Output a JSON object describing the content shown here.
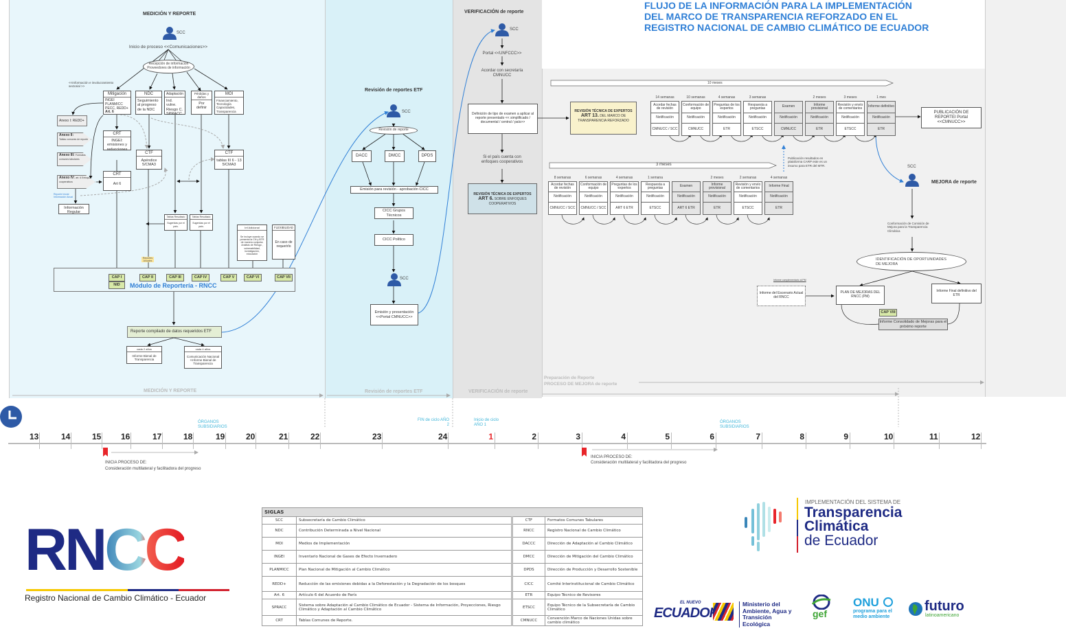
{
  "title": {
    "line1": "FLUJO DE LA INFORMACIÓN PARA LA IMPLEMENTACIÓN",
    "line2": "DEL  MARCO DE TRANSPARENCIA REFORZADO EN EL",
    "line3": "REGISTRO NACIONAL DE CAMBIO CLIMÁTICO DE ECUADOR",
    "color": "#2f7fd6"
  },
  "medicion": {
    "title": "MEDICIÓN Y REPORTE",
    "scc": "SCC",
    "inicio": "Inicio de proceso <<Comunicaciones>>",
    "recepcion": "Recepción de información Proveedores de información",
    "sectorial": "<<Información e involucramiento sectorial >>",
    "mitigacion": {
      "hd": "Mitigación",
      "bd": "INGEI PLANMICC PECC, REDD+",
      "bold": "Art. 6"
    },
    "ndc": {
      "hd": "NDC",
      "bd": "Seguimiento al progreso de la NDC"
    },
    "adaptacion": {
      "hd": "Adaptación",
      "bd": "Ind. vulne. Riesgo C. SPRACC"
    },
    "perdidas": {
      "hd": "Pérdidas y daños",
      "bd": "Por definir"
    },
    "moi": {
      "hd": "MOI",
      "bd": "Financiamiento, Tecnología Capacidades, Transparencia"
    },
    "anexo1": "Anexo I: REDD+",
    "anexo2": {
      "b": "Anexo II:",
      "t": "Tablas comunes de reporte"
    },
    "anexo3": {
      "b": "Anexo III:",
      "t": "Formatos comunes tabulares"
    },
    "anexo4": {
      "b": "Anexo IV:",
      "t": "art. 6 Enfoques cooperativos"
    },
    "crt1": {
      "hd": "CRT",
      "bd": "INGEI: emisiones y reducciones"
    },
    "crt2": {
      "hd": "CRT",
      "bd": "Art 6"
    },
    "ctf1": {
      "hd": "CTF",
      "bd": "Apéndice 5/CMA3"
    },
    "ctf2": {
      "hd": "CTF",
      "bd": "tablas III 6 - 13 5/CMA3"
    },
    "reporte_inicial": "Reporte Inicial Información Anual",
    "info_regular": "Información Regular",
    "tablas1": {
      "hd": "Tablas Resultado",
      "bd": "Sugeridas por el país."
    },
    "tablas2": {
      "hd": "Tablas Resultado",
      "bd": "Sugeridas por el país."
    },
    "inf_adicional": {
      "hd": "Inf Adicional",
      "bd": "Se incluye cuando se presenta la CN y BTR de manera conjunta: Análisis de Riesgo , vulnerabilidad, investigación, educación"
    },
    "flexibilidad": {
      "hd": "FLEXIBILIDAD",
      "bd": "En caso de requerirlo"
    },
    "reportes_anuales": "Reportes Anuales",
    "caps": [
      "CAP I",
      "CAP II",
      "CAP III",
      "CAP IV",
      "CAP V",
      "CAP VI",
      "CAP VII"
    ],
    "nid": "NID",
    "modulo": "Módulo de Reportería - RNCC",
    "compilado": "Reporte compilado de datos requeridos ETF",
    "bienal": {
      "hd": "cada 2 años",
      "bd": "Informe Bienal de Transparencia"
    },
    "nacional": {
      "hd": "cada 4 años",
      "bd": "Comunicación Nacional +Informe Bienal de Transparencia"
    },
    "footer": "MEDICIÓN Y REPORTE"
  },
  "revision": {
    "title": "Revisión de reportes ETF",
    "scc": "SCC",
    "revision_reporte": "Revisión de reporte",
    "dirs": [
      "DACC",
      "DMCC",
      "DPDS"
    ],
    "emision": "Emisión para revisión - aprobación CICC",
    "grupos": "CICC Grupos Técnicos",
    "politico": "CICC Político",
    "scc2": "SCC",
    "presentacion": "Emisión y presentación <<Portal CMNUCC>>",
    "footer": "Revisión de reportes ETF"
  },
  "verificacion": {
    "title": "VERIFICACIÓN de reporte",
    "scc": "SCC",
    "portal": "Portal <<UNFCCC>>",
    "acordar": "Acordar con secretaría CMNUCC",
    "definicion": "Definición de tipo de examen a aplicar al reporte presentado << simplificado / documental / central / país>>",
    "cooperativos": "Si el país cuenta con enfoques cooperativos",
    "art6": {
      "t1": "REVISIÓN TÉCNICA DE EXPERTOS",
      "t2": "ART 6.",
      "t3": "SOBRE ENFOQUES COOPERATIVOS"
    },
    "footer": "VERIFICACIÓN de reporte"
  },
  "art13": {
    "t1": "REVISIÓN TÉCNICA DE EXPERTOS",
    "t2": "ART 13.",
    "t3": "DEL MARCO DE TRANSPARENCIA REFORZADO",
    "span": "10 meses",
    "steps": [
      {
        "dur": "14 semanas",
        "name": "Acordar fechas de revisión",
        "notif": "Notificación",
        "who": "CMNUCC / SCC",
        "grey": false
      },
      {
        "dur": "10 semanas",
        "name": "Conformación de equipo",
        "notif": "Notificación",
        "who": "CMNUCC",
        "grey": false
      },
      {
        "dur": "4 semanas",
        "name": "Preguntas de los expertos",
        "notif": "Notificación",
        "who": "ETR",
        "grey": false
      },
      {
        "dur": "3 semanas",
        "name": "Respuesta a preguntas",
        "notif": "Notificación",
        "who": "ETSCC",
        "grey": false
      },
      {
        "dur": "",
        "name": "Examen",
        "notif": "Notificación",
        "who": "CMNUCC",
        "grey": true
      },
      {
        "dur": "2 meses",
        "name": "Informe provisional",
        "notif": "Notificación",
        "who": "ETR",
        "grey": true
      },
      {
        "dur": "3 meses",
        "name": "Revisión y envío de comentarios",
        "notif": "Notificación",
        "who": "ETSCC",
        "grey": false
      },
      {
        "dur": "1 mes",
        "name": "Informe definitivo",
        "notif": "Notificación",
        "who": "ETR",
        "grey": true
      }
    ],
    "publicacion": "PUBLICACIÓN DE REPORTEI Portal <<CMNUCC>>"
  },
  "art6steps": {
    "span": "3 meses",
    "note": "Publicación resultados en plataforma CARP este es un insumo para ETR del MTR.",
    "steps": [
      {
        "dur": "8 semanas",
        "name": "Acordar fechas de revisión",
        "notif": "Notificación",
        "who": "CMNUCC / SCC",
        "grey": false
      },
      {
        "dur": "6 semanas",
        "name": "Conformación de equipo",
        "notif": "Notificación",
        "who": "CMNUCC / SCC",
        "grey": false
      },
      {
        "dur": "4 semanas",
        "name": "Preguntas de los expertos",
        "notif": "Notificación",
        "who": "ART 6 ETR",
        "grey": false
      },
      {
        "dur": "1 semana",
        "name": "Respuesta a preguntas",
        "notif": "Notificación",
        "who": "ETSCC",
        "grey": false
      },
      {
        "dur": "",
        "name": "Examen",
        "notif": "Notificación",
        "who": "ART 6 ETR",
        "grey": true
      },
      {
        "dur": "2 meses",
        "name": "Informe provisional",
        "notif": "Notificación",
        "who": "ETR",
        "grey": true
      },
      {
        "dur": "2 semanas",
        "name": "Revisión y envío de comentarios",
        "notif": "Notificación",
        "who": "ETSCC",
        "grey": false
      },
      {
        "dur": "4 semanas",
        "name": "Informe Final",
        "notif": "Notificación",
        "who": "ETR",
        "grey": true
      }
    ]
  },
  "mejora": {
    "scc": "SCC",
    "title": "MEJORA de reporte",
    "comision": "Conformación de Comisión de Mejora para la Transparencia Climática",
    "identificacion": "IDENTIFICACIÓN DE OPORTUNIDADES DE MEJORA",
    "complementario": "Informe complementario al PM",
    "escenario": "Informe del Escenario Actual del RNCC",
    "plan": "PLAN DE MEJORAS DEL RNCC (PM)",
    "final": "Informe Final definitivo del ETR",
    "cap": "CAP VIII",
    "consolidado": "Informe Consolidado de Mejoras para el próximo reporte",
    "prep1": "Preparación de Reporte",
    "prep2": "PROCESO DE MEJORA de reporte"
  },
  "timeline": {
    "ticks_year2": [
      "13",
      "14",
      "15",
      "16",
      "17",
      "18",
      "19",
      "20",
      "21",
      "22",
      "23",
      "24"
    ],
    "ticks_year1": [
      "1",
      "2",
      "3",
      "4",
      "5",
      "6",
      "7",
      "8",
      "9",
      "10",
      "11",
      "12"
    ],
    "organos": "ÓRGANOS SUBSIDIARIOS",
    "fin_ciclo": "FIN de ciclo AÑO 2",
    "inicio_ciclo": "Inicio de ciclo AÑO 1",
    "inicia1": "INICIA PROCESO DE:",
    "inicia2": "Consideración multilateral y facilitadora del progreso"
  },
  "siglas": {
    "title": "SIGLAS",
    "rows": [
      [
        "SCC",
        "Subsecretaría de Cambio Climático",
        "CTF",
        "Formatos Comunes Tabulares"
      ],
      [
        "NDC",
        "Contribución Determinada a Nivel Nacional",
        "RNCC",
        "Registro Nacional de Cambio Climático"
      ],
      [
        "MOI",
        "Medios de Implementación",
        "DACCC",
        "Dirección de Adaptación al Cambio Climático"
      ],
      [
        "INGEI",
        "Inventario Nacional de Gases de Efecto Invernadero",
        "DMCC",
        "Dirección de Mitigación del Cambio Climático"
      ],
      [
        "PLANMICC",
        "Plan Nacional de Mitigación al Cambio Climático",
        "DPDS",
        "Dirección de Producción y Desarrollo Sostenible"
      ],
      [
        "REDD+",
        "Reducción de las emisiones debidas a la Deforestación y la Degradación de los bosques",
        "CICC",
        "Comité Interinstitucional de Cambio Climático"
      ],
      [
        "Art. 6",
        "Artículo 6 del Acuerdo de París",
        "ETR",
        "Equipo Técnico de Revisores"
      ],
      [
        "SPRACC",
        "Sistema sobre Adaptación al Cambio Climático de Ecuador - Sistema de Información, Proyecciones, Riesgo Climático y Adaptación al Cambio Climático",
        "ETSCC",
        "Equipo Técnico de la Subsecretaría de Cambio Climático"
      ],
      [
        "CRT",
        "Tablas Comunes de Reporte.",
        "CMNUCC",
        "Convención Marco de Naciones Unidas sobre cambio climático"
      ]
    ]
  },
  "logos": {
    "rncc": "RN",
    "rncc_cc": "CC",
    "rncc_sub": "Registro Nacional de Cambio Climático - Ecuador",
    "tce_top": "IMPLEMENTACIÓN DEL SISTEMA DE",
    "tce_1": "Transparencia",
    "tce_2": "Climática",
    "tce_3": "de Ecuador",
    "ecuador_small": "EL NUEVO",
    "ecuador": "ECUADOR",
    "ministerio": "Ministerio del Ambiente, Agua y Transición Ecológica",
    "gef": "gef",
    "onu": "ONU",
    "onu_sub": "programa para el medio ambiente",
    "futuro": "futuro",
    "futuro_sub": "latinoamericano"
  }
}
